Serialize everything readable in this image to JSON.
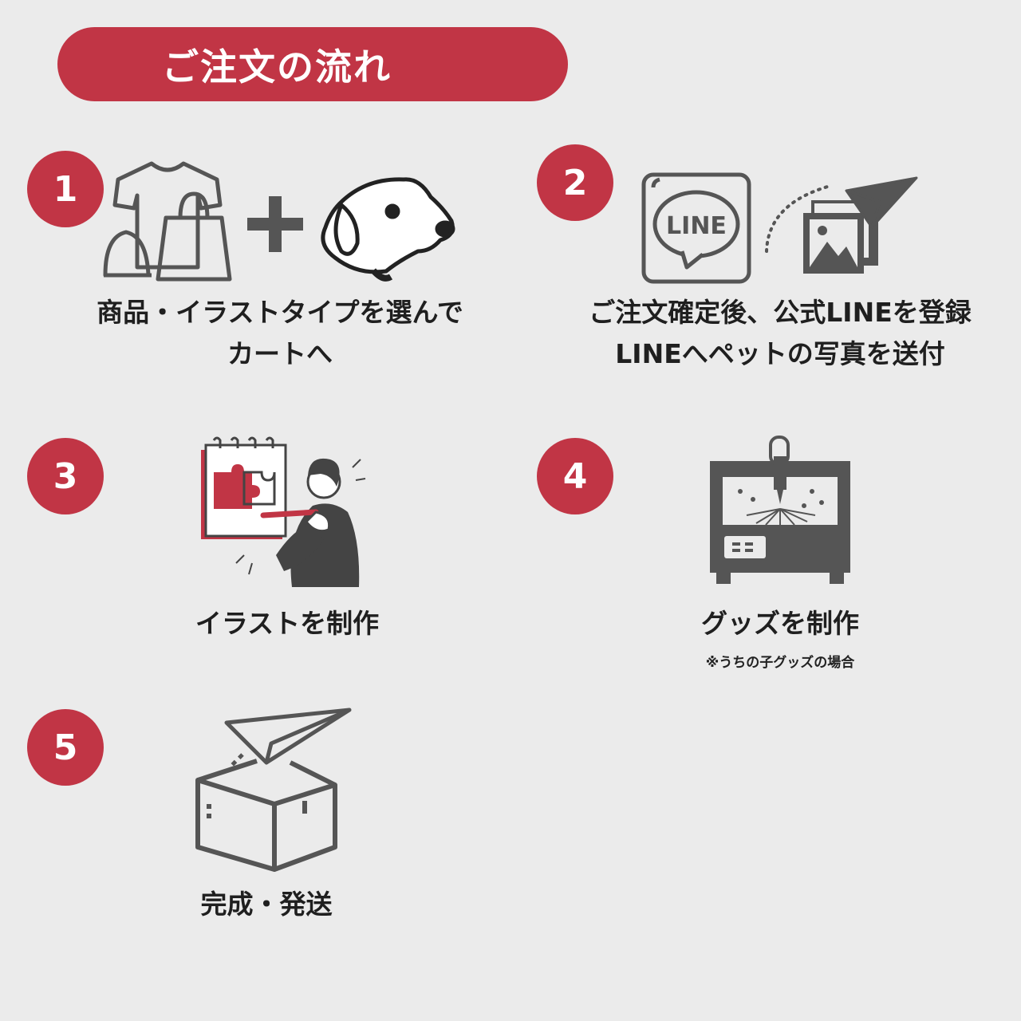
{
  "header": {
    "title": "ご注文の流れ"
  },
  "steps": [
    {
      "number": "1",
      "caption_line1": "商品・イラストタイプを選んで",
      "caption_line2": "カートへ"
    },
    {
      "number": "2",
      "caption_line1": "ご注文確定後、公式LINEを登録",
      "caption_line2": "LINEへペットの写真を送付",
      "line_logo_text": "LINE"
    },
    {
      "number": "3",
      "caption_line1": "イラストを制作"
    },
    {
      "number": "4",
      "caption_line1": "グッズを制作",
      "note": "※うちの子グッズの場合"
    },
    {
      "number": "5",
      "caption_line1": "完成・発送"
    }
  ],
  "colors": {
    "accent": "#c13545",
    "background": "#ebebeb",
    "icon_gray": "#555555"
  },
  "icons": [
    "tshirt-icon",
    "cap-icon",
    "bag-icon",
    "plus-icon",
    "dog-icon",
    "line-app-icon",
    "photos-icon",
    "paper-plane-icon",
    "illustrator-icon",
    "cnc-machine-icon",
    "box-icon"
  ]
}
